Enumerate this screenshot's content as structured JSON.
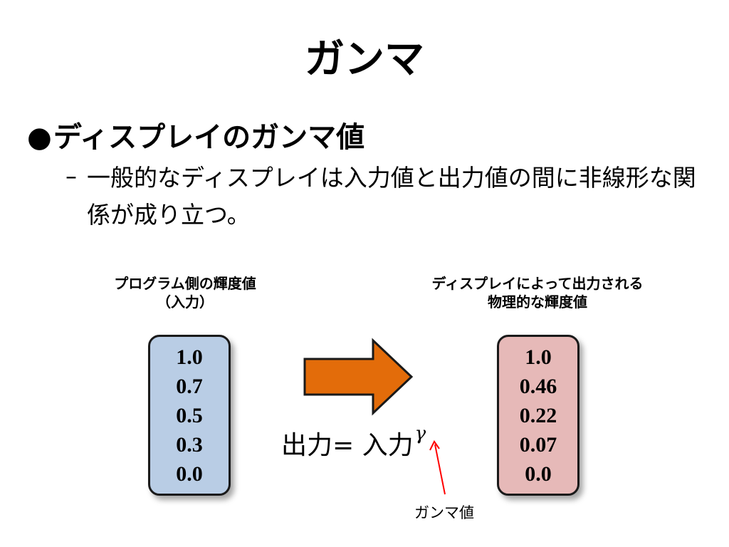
{
  "title": "ガンマ",
  "bullet": {
    "symbol": "●",
    "text": "ディスプレイのガンマ値"
  },
  "sub_bullet": {
    "dash": "–",
    "text": "一般的なディスプレイは入力値と出力値の間に非線形な関係が成り立つ。"
  },
  "diagram": {
    "left_label_line1": "プログラム側の輝度値",
    "left_label_line2": "（入力）",
    "right_label_line1": "ディスプレイによって出力される",
    "right_label_line2": "物理的な輝度値",
    "input_values": [
      "1.0",
      "0.7",
      "0.5",
      "0.3",
      "0.0"
    ],
    "output_values": [
      "1.0",
      "0.46",
      "0.22",
      "0.07",
      "0.0"
    ],
    "formula_lhs": "出力= 入力",
    "formula_exponent": "γ",
    "gamma_caption": "ガンマ値",
    "colors": {
      "input_box": "#b9cde5",
      "output_box": "#e6b9b8",
      "arrow": "#e36c0a",
      "pointer": "#ff0000"
    }
  }
}
